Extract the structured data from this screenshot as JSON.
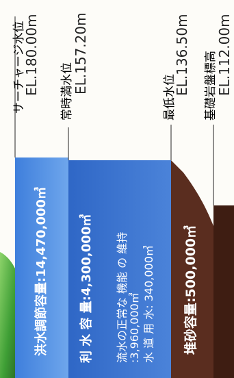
{
  "levels": [
    {
      "name": "サーチャージ水位",
      "elevation": "EL.180.00m"
    },
    {
      "name": "常時満水位",
      "elevation": "EL.157.20m"
    },
    {
      "name": "最低水位",
      "elevation": "EL.136.50m"
    },
    {
      "name": "基礎岩盤標高",
      "elevation": "EL.112.00m"
    }
  ],
  "capacities": {
    "flood": "洪水調節容量:14,470,000㎥",
    "utilization": "利 水 容 量:4,300,000㎥",
    "normal_flow": "流水の正常な 機能 の 維持 :3,960,000㎥",
    "water_supply": "水 道 用 水: 340,000㎥",
    "sediment": "堆砂容量:500,000㎥"
  },
  "colors": {
    "flood": "#4f89de",
    "utilization": "#3c76cf",
    "sediment": "#5a2d1f",
    "rock": "#3e1d12",
    "slope": "#4ea63b"
  }
}
